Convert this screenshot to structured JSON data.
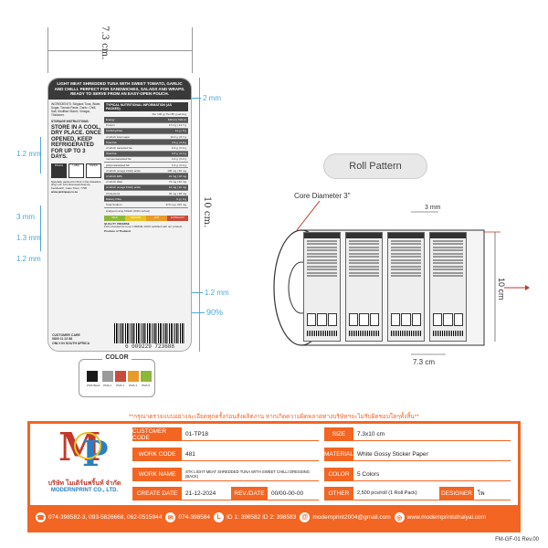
{
  "dimensions": {
    "width_top": "7.3 cm.",
    "height_right": "10 cm.",
    "margin_top": "2 mm",
    "margin_left_upper": "1.2 mm",
    "margin_left_mid": "3 mm",
    "margin_left_mid2": "1.3 mm",
    "margin_left_lower": "1.2 mm",
    "margin_right_lower": "1.2 mm",
    "barcode_scale": "90%"
  },
  "label": {
    "title": "LIGHT MEAT SHREDDED TUNA WITH SWEET TOMATO, GARLIC AND CHILLI. PERFECT FOR SANDWICHES, SALADS AND WRAPS. READY TO SERVE FROM AN EASY-OPEN POUCH.",
    "ingredients": "INGREDIENTS: Skipjack Tuna, Water, Sugar, Tomato Paste, Garlic, Chilli, Salt, Modified Starch, Vinegar, Thickener.",
    "storage_heading": "STORAGE INSTRUCTIONS:",
    "storage_text": "STORE IN A COOL, DRY PLACE. ONCE OPENED, KEEP REFRIGERATED FOR UP TO 3 DAYS.",
    "nutrition_heading": "TYPICAL NUTRITIONAL INFORMATION (AS PACKED)",
    "nutrition_cols": [
      "Per 100 g",
      "Per 85 g serving"
    ],
    "nutrition_rows": [
      {
        "name": "Energy",
        "a": "616 kJ",
        "b": "524 kJ",
        "dark": true
      },
      {
        "name": "Protein",
        "a": "17.2 g",
        "b": "14.7 g",
        "dark": false
      },
      {
        "name": "Carbohydrate",
        "a": "11 g",
        "b": "9 g",
        "dark": true
      },
      {
        "name": "of which total sugar",
        "a": "10.2 g",
        "b": "8.7 g",
        "dark": false
      },
      {
        "name": "Total Fat",
        "a": "0.9 g",
        "b": "0.8 g",
        "dark": true
      },
      {
        "name": "of which saturated fat",
        "a": "0.3 g",
        "b": "0.3 g",
        "dark": false
      },
      {
        "name": "Total Fat",
        "a": "0.5 g",
        "b": "0.4 g",
        "dark": true
      },
      {
        "name": "monounsaturated fat",
        "a": "0.2 g",
        "b": "0.2 g",
        "dark": false
      },
      {
        "name": "polyunsaturated fat",
        "a": "0.3 g",
        "b": "0.3 g",
        "dark": false
      },
      {
        "name": "of which omega 3 fatty acids",
        "a": "105 mg",
        "b": "90 mg",
        "dark": false
      },
      {
        "name": "of which EPA",
        "a": "21 mg",
        "b": "18 mg",
        "dark": true
      },
      {
        "name": "of which DHA",
        "a": "73 mg",
        "b": "62 mg",
        "dark": false
      },
      {
        "name": "of which omega 6 fatty acids",
        "a": "12 mg",
        "b": "10 mg",
        "dark": true
      },
      {
        "name": "Cholesterol",
        "a": "45 mg",
        "b": "38 mg",
        "dark": false
      },
      {
        "name": "Dietary Fibre",
        "a": "0 g",
        "b": "0 g",
        "dark": true
      },
      {
        "name": "Total Sodium",
        "a": "370 mg",
        "b": "315 mg",
        "dark": false
      }
    ],
    "nutrition_foot": "Analysed using ASSAF (2019 method)",
    "icons": [
      "POUCH",
      "LABEL",
      "PAPER",
      "RECYCLE"
    ],
    "heat_labels": [
      "MILD",
      "MEDIUM",
      "HOT",
      "EXTRA HOT"
    ],
    "quality_heading": "QUALITY PROMISE",
    "quality_text": "Fish refunded for tuna in BRINE 100% satisfied with our product.",
    "origin": "Produce of Thailand",
    "importer": "Specially packed for Pick n Pay Retailers (Pty) Ltd. 101 Rosmead Avenue, Kenilworth, Cape Town, 7708",
    "website": "www.picknpay.co.za",
    "care_title": "CUSTOMER CARE",
    "care_phone": "0800 11 22 88",
    "care_country": "ONLY IN SOUTH AFRICA",
    "barcode": "6 009229 723688"
  },
  "colors": {
    "title": "COLOR",
    "swatches": [
      {
        "hex": "#1a1a1a",
        "name": "PMS Black"
      },
      {
        "hex": "#9a9a9a",
        "name": "PMS 2"
      },
      {
        "hex": "#c94b3b",
        "name": "PMS 3"
      },
      {
        "hex": "#e89a2a",
        "name": "PMS 4"
      },
      {
        "hex": "#8cb83a",
        "name": "PMS 5"
      }
    ]
  },
  "roll": {
    "title": "Roll Pattern",
    "core_label": "Core Diameter 3\"",
    "gap_label": "3 mm",
    "width_label": "7.3 cm",
    "height_label": "10 cm"
  },
  "notice": "**กรุณาตรวจแบบอย่างละเอียดทุกครั้งก่อนสั่งผลิตงาน หากเกิดความผิดพลาดทางบริษัทฯจะไม่รับผิดชอบใดๆทั้งสิ้น**",
  "company": {
    "name_th": "บริษัท โมเดิร์นพริ้นท์ จำกัด",
    "name_en": "MODERNPRINT CO., LTD."
  },
  "form": {
    "customer_code_label": "CUSTOMER CODE",
    "customer_code": "01-TP18",
    "size_label": "SIZE",
    "size": "7.3x10 cm",
    "work_code_label": "WORK CODE",
    "work_code": "481",
    "material_label": "MATERIAL",
    "material": "White Gossy Sticker Paper",
    "work_name_label": "WORK NAME",
    "work_name": "STK LIGHT MEAT SHREDDED TUNA WITH SWEET CHILLI DRESSING (BACK)",
    "color_label": "COLOR",
    "color": "5 Colors",
    "create_date_label": "CREATE DATE",
    "create_date": "21-12-2024",
    "rev_date_label": "REV./DATE",
    "rev_date": "00/00-00-00",
    "other_label": "OTHER",
    "other": "2,500 pcs/roll (1 Roll Pack)",
    "designer_label": "DESIGNER",
    "designer": "ไพ"
  },
  "contact": {
    "phones": "074-398582-3, 093-5826668, 062-0515944",
    "fax": "074-398584",
    "line": "ID 1: 398582 ID 2: 398583",
    "email": "modernprint2004@gmail.com",
    "web": "www.modernprintsthaiyai.com"
  },
  "form_code": "FM-GF-01 Rev.00"
}
